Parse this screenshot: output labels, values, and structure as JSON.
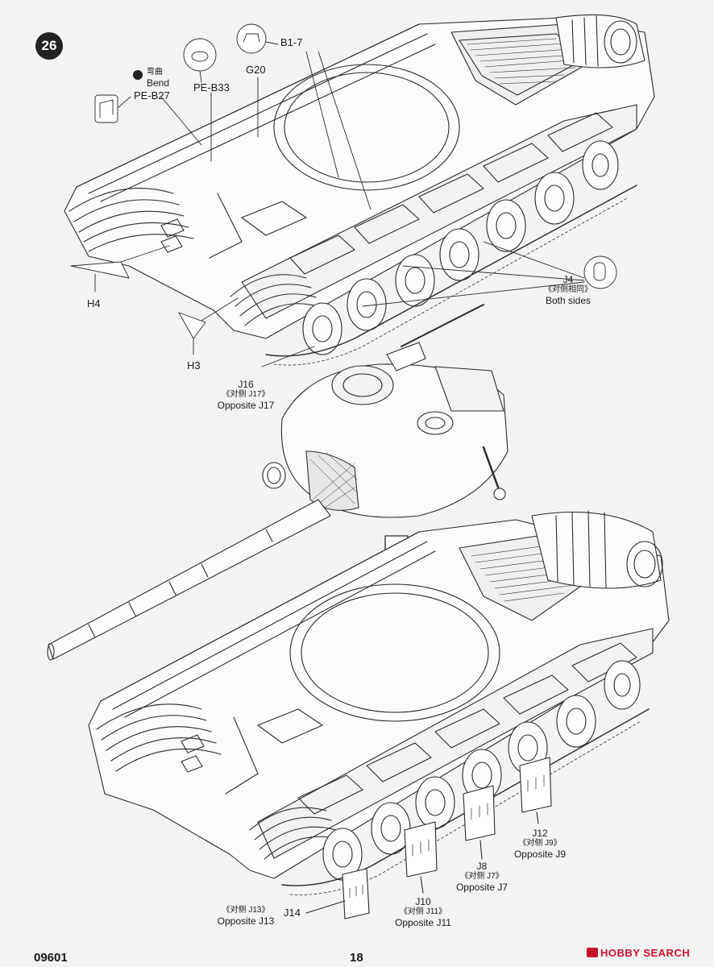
{
  "step": "26",
  "labels": {
    "bend_cn": "弯曲",
    "bend_en": "Bend",
    "pe_b27": "PE-B27",
    "pe_b33": "PE-B33",
    "g20": "G20",
    "b1_7": "B1-7",
    "h4": "H4",
    "h3": "H3",
    "j4": "J4",
    "j4_cn": "《对侧相同》",
    "j4_en": "Both sides",
    "j16": "J16",
    "j16_cn": "《对侧 J17》",
    "j16_en": "Opposite J17",
    "j12": "J12",
    "j12_cn": "《对侧 J9》",
    "j12_en": "Opposite J9",
    "j8": "J8",
    "j8_cn": "《对侧 J7》",
    "j8_en": "Opposite J7",
    "j10": "J10",
    "j10_cn": "《对侧 J11》",
    "j10_en": "Opposite J11",
    "j14": "J14",
    "j14_cn": "《对侧 J13》",
    "j14_en": "Opposite J13"
  },
  "footer": {
    "code": "09601",
    "page": "18",
    "watermark": "HOBBY SEARCH"
  }
}
